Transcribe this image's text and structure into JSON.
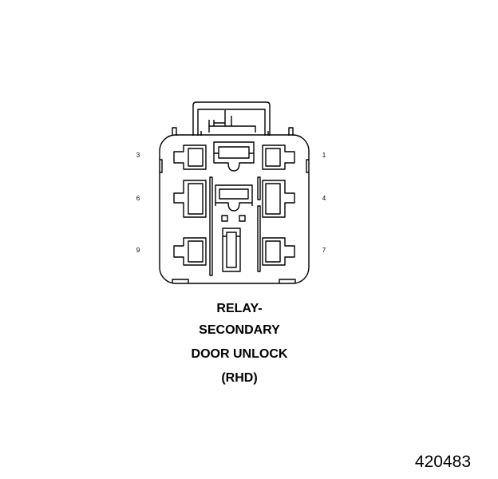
{
  "pin_labels": {
    "left_top": "3",
    "left_middle": "6",
    "left_bottom": "9",
    "right_top": "1",
    "right_middle": "4",
    "right_bottom": "7"
  },
  "caption": {
    "line1": "RELAY-",
    "line2": "SECONDARY",
    "line3": "DOOR UNLOCK",
    "line4": "(RHD)"
  },
  "figure_id": "420483",
  "colors": {
    "line": "#000000",
    "background": "#ffffff"
  }
}
